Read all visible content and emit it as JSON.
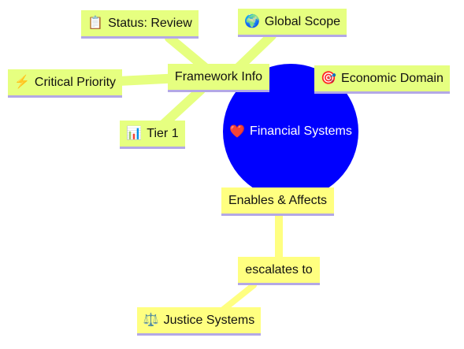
{
  "center": {
    "icon": "heart-icon",
    "glyph": "❤️",
    "label": "Financial Systems",
    "color": "#0000ff"
  },
  "framework": {
    "label": "Framework Info"
  },
  "framework_children": [
    {
      "key": "status",
      "icon": "clipboard-icon",
      "glyph": "📋",
      "label": "Status: Review"
    },
    {
      "key": "scope",
      "icon": "globe-icon",
      "glyph": "🌍",
      "label": "Global Scope"
    },
    {
      "key": "priority",
      "icon": "lightning-icon",
      "glyph": "⚡",
      "label": "Critical Priority"
    },
    {
      "key": "tier",
      "icon": "bar-chart-icon",
      "glyph": "📊",
      "label": "Tier 1"
    }
  ],
  "domain": {
    "icon": "target-icon",
    "glyph": "🎯",
    "label": "Economic Domain"
  },
  "relation": {
    "label": "Enables & Affects"
  },
  "escalation": {
    "label": "escalates to"
  },
  "target": {
    "icon": "balance-scale-icon",
    "glyph": "⚖️",
    "label": "Justice Systems"
  },
  "colors": {
    "metadata_node": "#e6ff80",
    "relation_node": "#ffff80",
    "link_green": "#e6ff80",
    "link_yellow": "#ffff80",
    "underline": "#b3a8e6"
  }
}
